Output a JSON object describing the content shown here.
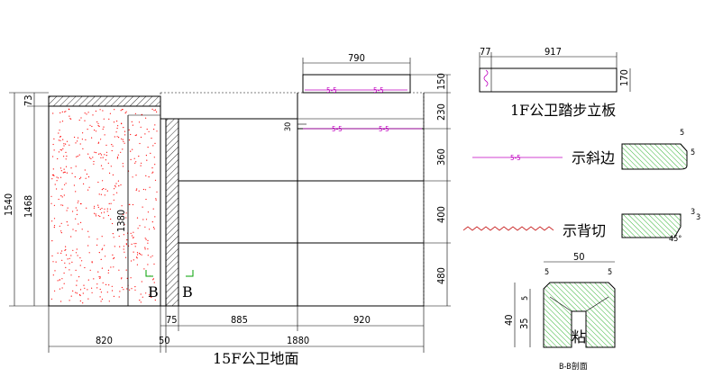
{
  "dimensions": {
    "total_width": "1880",
    "left_width": "820",
    "gap_width": "50",
    "strip_width": "75",
    "panel_a_width": "885",
    "panel_b_width": "920",
    "top_plate_width": "790",
    "left_height": "1540",
    "left_inner_height": "1468",
    "left_top_height": "73",
    "inner_height": "1380",
    "right_h1": "150",
    "right_h2": "230",
    "right_h3": "360",
    "right_h4": "400",
    "right_h5": "480",
    "notch": "30",
    "step_a": "77",
    "step_b": "917",
    "step_h": "170",
    "bevel_1": "5",
    "bevel_2": "5",
    "back_cut_1": "3",
    "back_cut_2": "3",
    "back_cut_angle": "45°",
    "section_width": "50",
    "section_bevel_l": "5",
    "section_bevel_r": "5",
    "section_h_outer": "40",
    "section_h_inner": "35",
    "section_h_top": "5"
  },
  "labels": {
    "main_caption": "15F公卫地面",
    "step_caption": "1F公卫踏步立板",
    "bevel_legend": "示斜边",
    "back_cut_legend": "示背切",
    "section_caption": "B-B剖面",
    "glue_label": "粘",
    "section_mark_left": "B",
    "section_mark_right": "B",
    "bevel_marker": "5-5"
  },
  "colors": {
    "line": "#000000",
    "hatch_green": "#00a000",
    "speckle_red": "#ff0000",
    "magenta": "#c000c0"
  }
}
